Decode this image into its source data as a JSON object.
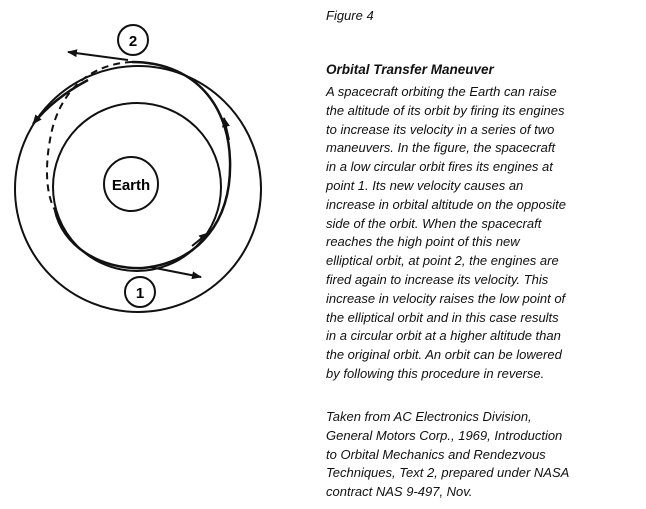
{
  "figure_label": "Figure 4",
  "diagram": {
    "earth_label": "Earth",
    "point1_label": "1",
    "point2_label": "2"
  },
  "title": "Orbital Transfer Maneuver",
  "body_lines": [
    "A spacecraft orbiting the Earth can raise",
    "the altitude of its orbit by firing its engines",
    "to increase its velocity in a series of two",
    "maneuvers.  In the figure, the spacecraft",
    "in a low circular orbit fires its engines at",
    "point 1.  Its new velocity causes an",
    "increase in orbital altitude on the opposite",
    "side of the orbit.  When the spacecraft",
    "reaches the high point of this new",
    "elliptical orbit, at point 2, the engines are",
    "fired again to increase its velocity.  This",
    "increase in velocity raises the low point of",
    "the elliptical orbit and in this case results",
    "in a circular orbit at a higher altitude than",
    "the original orbit.  An orbit can be lowered",
    "by following this procedure in reverse."
  ],
  "source_lines": [
    "Taken from AC Electronics Division,",
    "General Motors Corp., 1969, Introduction",
    "to Orbital Mechanics and Rendezvous",
    "Techniques, Text 2, prepared under NASA",
    "contract NAS 9-497, Nov."
  ]
}
